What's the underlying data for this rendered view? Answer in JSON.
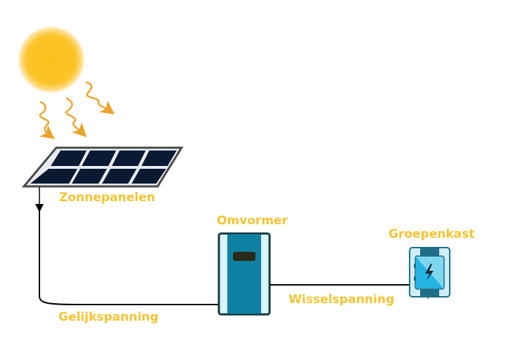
{
  "colors": {
    "label": "#f4c431",
    "sun": "#fbbf1a",
    "rays": "#eaa531",
    "panel_frame": "#4a4a4a",
    "panel_cell": "#0b1a33",
    "inverter_body": "#0f82a4",
    "inverter_side": "#d9f4fb",
    "inverter_outline": "#133944",
    "inverter_display": "#2a2a16",
    "breaker_frame": "#1f6d86",
    "breaker_outer": "#cfeef8",
    "breaker_light": "#7fd6ef",
    "breaker_dark": "#25b4e3",
    "wire": "#000000"
  },
  "labels": {
    "solar_panels": "Zonnepanelen",
    "inverter": "Omvormer",
    "breaker_box": "Groepenkast",
    "dc": "Gelijkspanning",
    "ac": "Wisselspanning"
  },
  "icons": {
    "sun": "sun-icon",
    "rays": "sun-ray-icon",
    "solar_panel": "solar-panel-icon",
    "inverter": "inverter-icon",
    "breaker_box": "breaker-box-icon",
    "lightning": "lightning-icon"
  }
}
